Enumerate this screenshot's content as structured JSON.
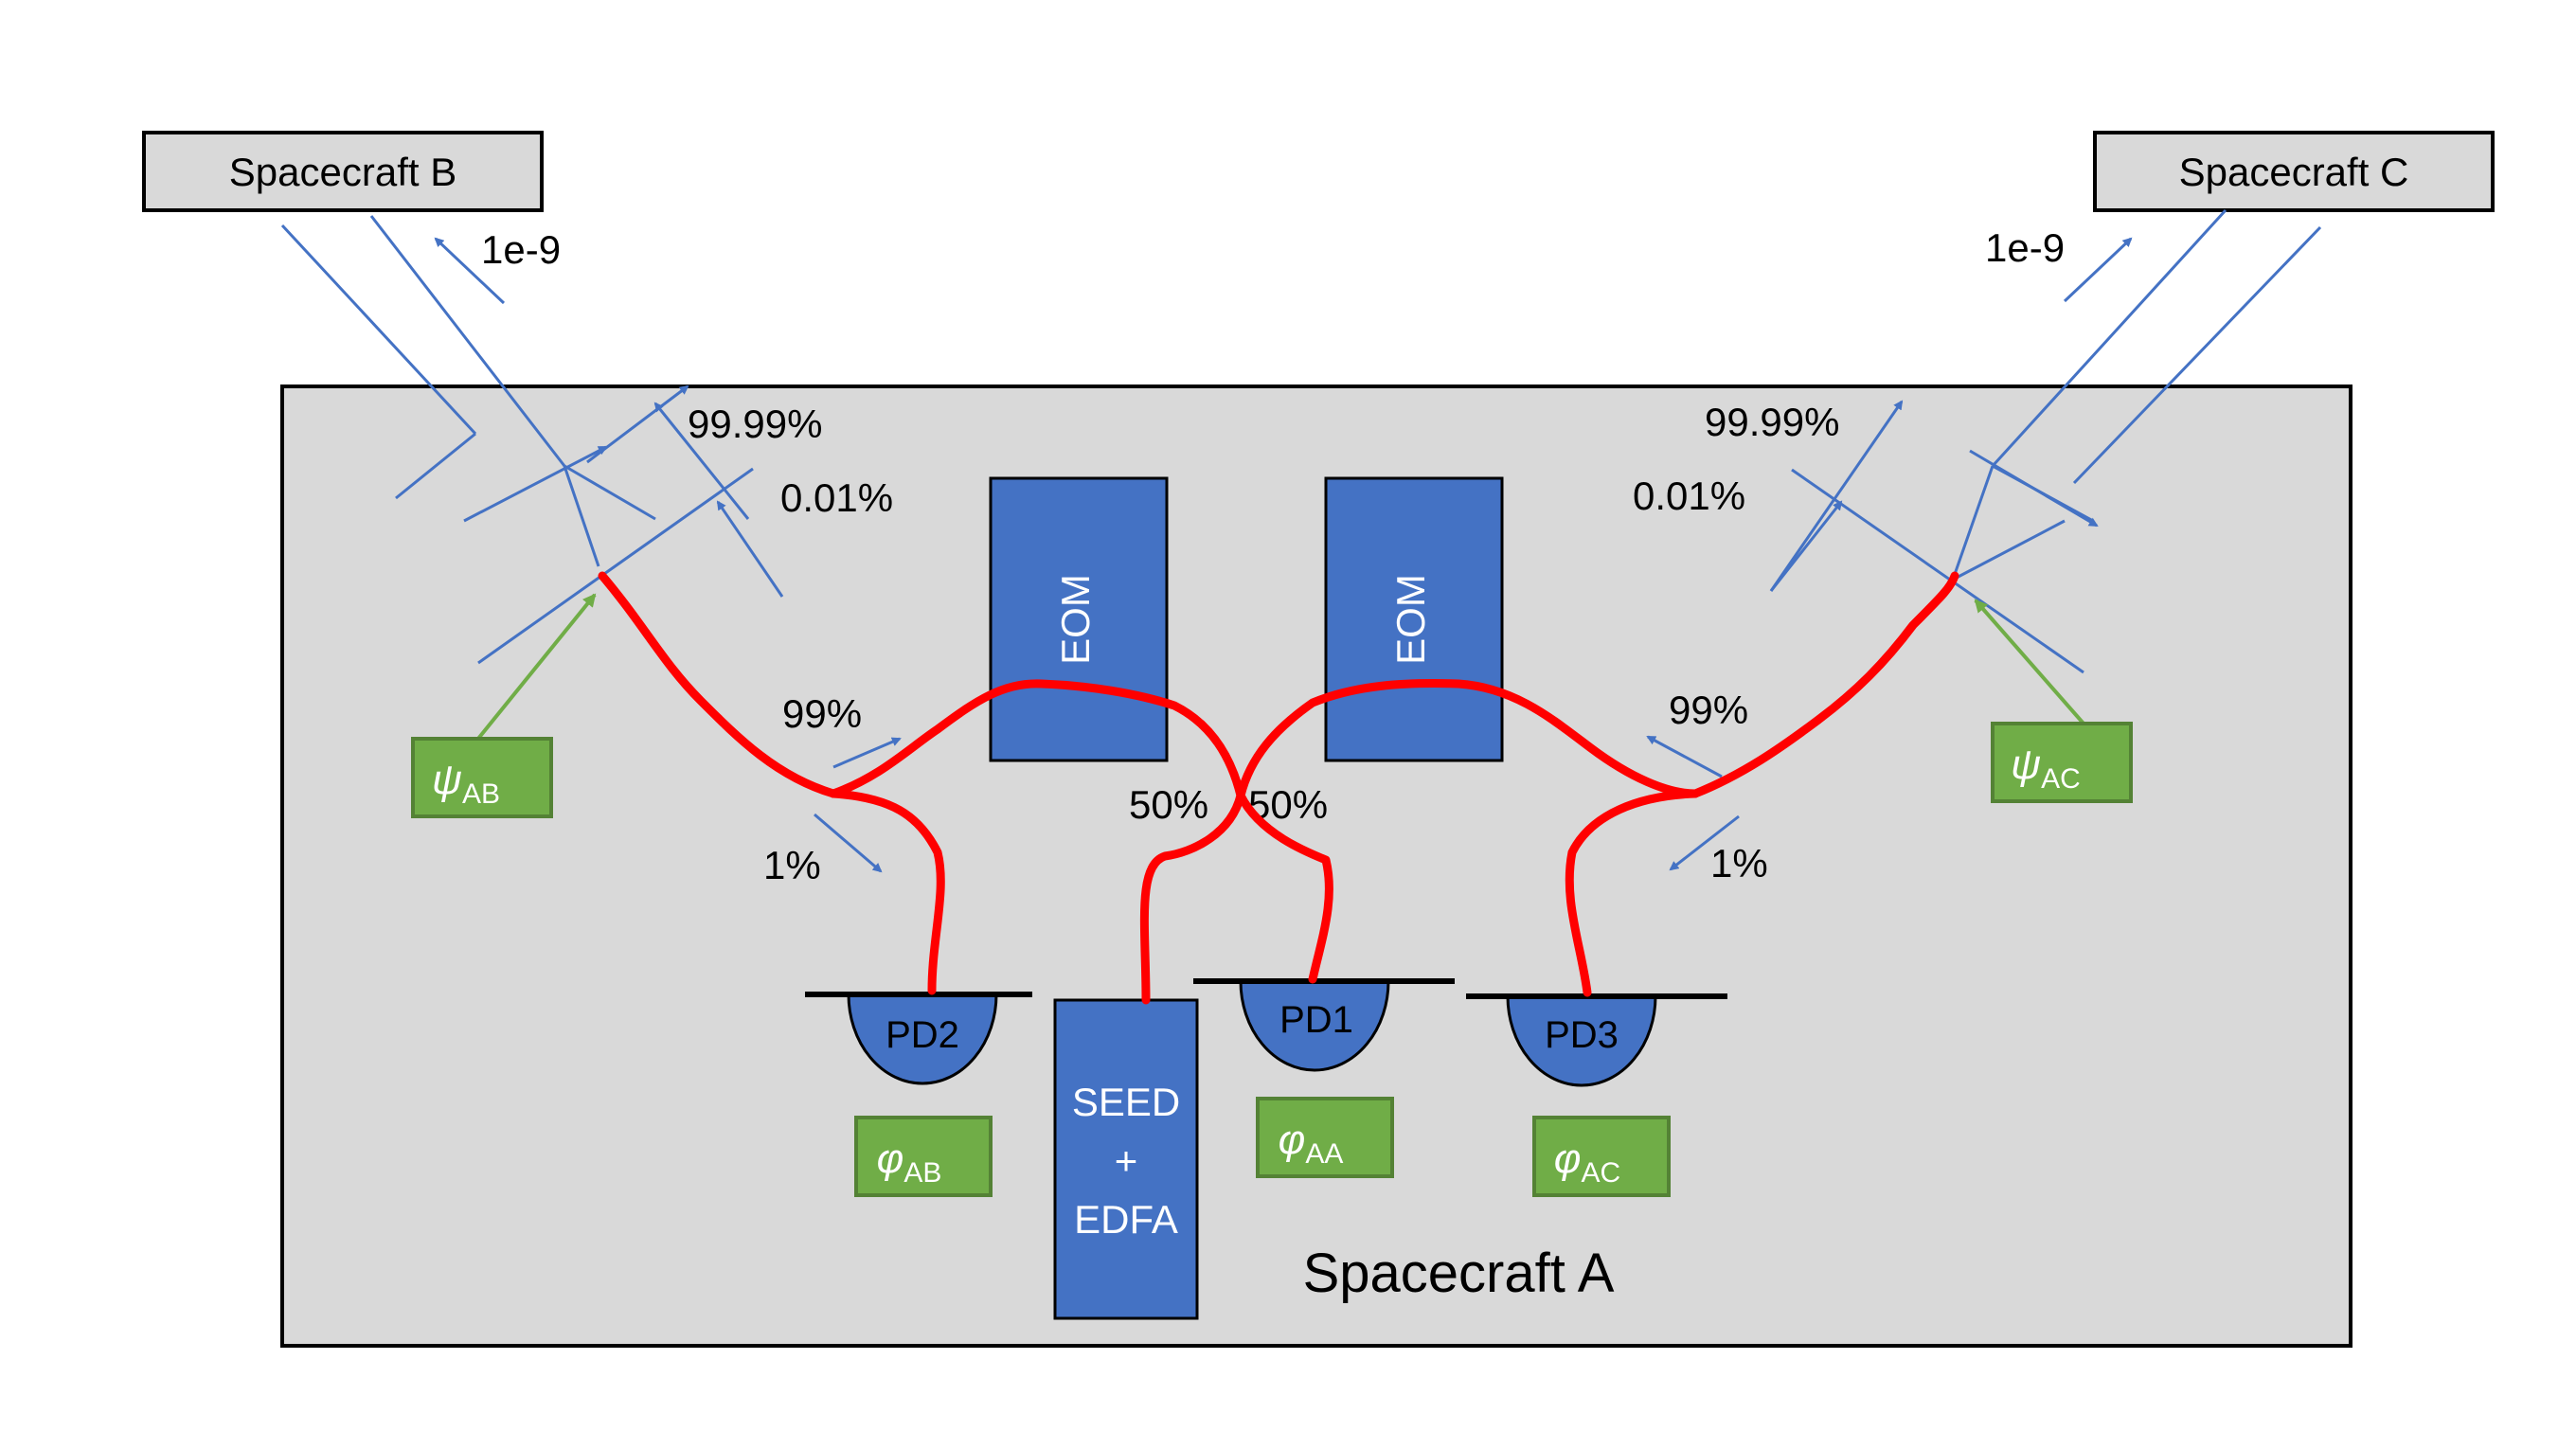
{
  "spacecraft_a": {
    "label": "Spacecraft A"
  },
  "spacecraft_b": {
    "label": "Spacecraft B"
  },
  "spacecraft_c": {
    "label": "Spacecraft C"
  },
  "labels": {
    "b_1e9": "1e-9",
    "c_1e9": "1e-9",
    "left_reflect": "99.99%",
    "left_transmit": "0.01%",
    "right_reflect": "99.99%",
    "right_transmit": "0.01%",
    "left_99": "99%",
    "left_1": "1%",
    "right_99": "99%",
    "right_1": "1%",
    "split_left": "50%",
    "split_right": "50%"
  },
  "eom_left": {
    "label": "EOM"
  },
  "eom_right": {
    "label": "EOM"
  },
  "seed": {
    "line1": "SEED",
    "line2": "+",
    "line3": "EDFA"
  },
  "photodiodes": {
    "pd1": "PD1",
    "pd2": "PD2",
    "pd3": "PD3"
  },
  "phases": {
    "psi_ab": {
      "symbol": "ψ",
      "sub": "AB"
    },
    "psi_ac": {
      "symbol": "ψ",
      "sub": "AC"
    },
    "phi_ab": {
      "symbol": "φ",
      "sub": "AB"
    },
    "phi_aa": {
      "symbol": "φ",
      "sub": "AA"
    },
    "phi_ac": {
      "symbol": "φ",
      "sub": "AC"
    }
  },
  "colors": {
    "fiber": "#ff0000",
    "beam": "#4472c4",
    "component": "#4472c4",
    "phase_box": "#70ad47",
    "phase_border": "#548235",
    "phase_arrow": "#70ad47",
    "panel": "#d9d9d9"
  }
}
